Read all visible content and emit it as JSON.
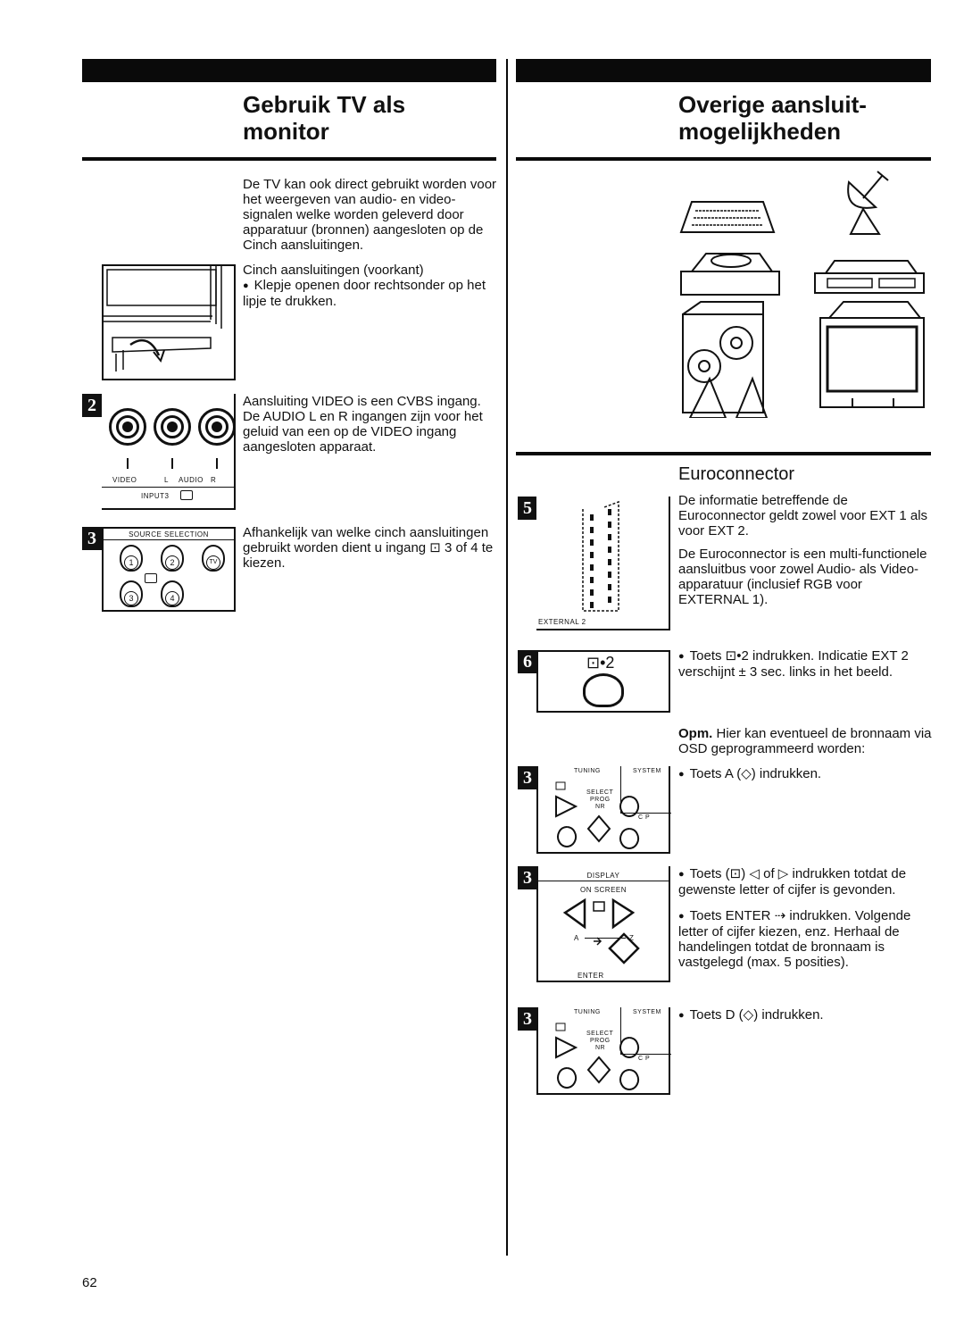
{
  "left": {
    "title": "Gebruik TV als\nmonitor",
    "intro": "De TV kan ook direct gebruikt worden voor het weergeven van audio- en video-signalen welke worden geleverd door apparatuur (bronnen) aangesloten op de Cinch aansluitingen.",
    "cinch_heading": "Cinch aansluitingen (voorkant)",
    "cinch_bullet": "Klepje openen door rechtsonder op het lipje te drukken.",
    "video_text": "Aansluiting VIDEO is een CVBS ingang. De AUDIO L en R ingangen zijn voor het geluid van een op de VIDEO ingang aangesloten apparaat.",
    "source_text": "Afhankelijk van welke cinch aansluitingen gebruikt worden dient u ingang ⊡ 3 of 4 te kiezen.",
    "fig2": {
      "tag": "2",
      "video": "VIDEO",
      "l": "L",
      "audio": "AUDIO",
      "r": "R",
      "input": "INPUT3"
    },
    "fig3": {
      "tag": "3",
      "header": "SOURCE SELECTION",
      "k1": "1",
      "k2": "2",
      "ktv": "TV",
      "k3": "3",
      "k4": "4"
    }
  },
  "right": {
    "title": "Overige aansluit-\nmogelijkheden",
    "euro_heading": "Euroconnector",
    "euro_p1": "De informatie betreffende de Euroconnector geldt zowel voor EXT 1 als voor EXT 2.",
    "euro_p2": "De Euroconnector is een multi-functionele aansluitbus voor zowel Audio- als Video-apparatuur (inclusief RGB voor EXTERNAL 1).",
    "step6_text": "Toets ⊡•2 indrukken. Indicatie EXT 2 verschijnt ± 3 sec. links in het beeld.",
    "opm_label": "Opm.",
    "opm_text": " Hier kan eventueel de bronnaam via OSD geprogrammeerd worden:",
    "stepA_text": "Toets A (◇) indrukken.",
    "stepLR_text": "Toets (⊡) ◁ of ▷ indrukken totdat de gewenste letter of cijfer is gevonden.",
    "stepEnter_text": "Toets ENTER ⇢ indrukken. Volgende letter of cijfer kiezen, enz. Herhaal de handelingen totdat de bronnaam is vastgelegd (max. 5 posities).",
    "stepD_text": "Toets D (◇) indrukken.",
    "fig5": {
      "tag": "5",
      "label": "EXTERNAL 2"
    },
    "fig6": {
      "tag": "6",
      "label": "⊡•2"
    },
    "figTuning": {
      "tag": "3",
      "tuning": "TUNING",
      "system": "SYSTEM",
      "select": "SELECT",
      "prog": "PROG",
      "nr": "NR",
      "cp": "C P"
    },
    "figDisplay": {
      "tag": "3",
      "display": "DISPLAY",
      "onscreen": "ON SCREEN",
      "a": "A",
      "z": "Z",
      "enter": "ENTER"
    }
  },
  "page_number": "62"
}
